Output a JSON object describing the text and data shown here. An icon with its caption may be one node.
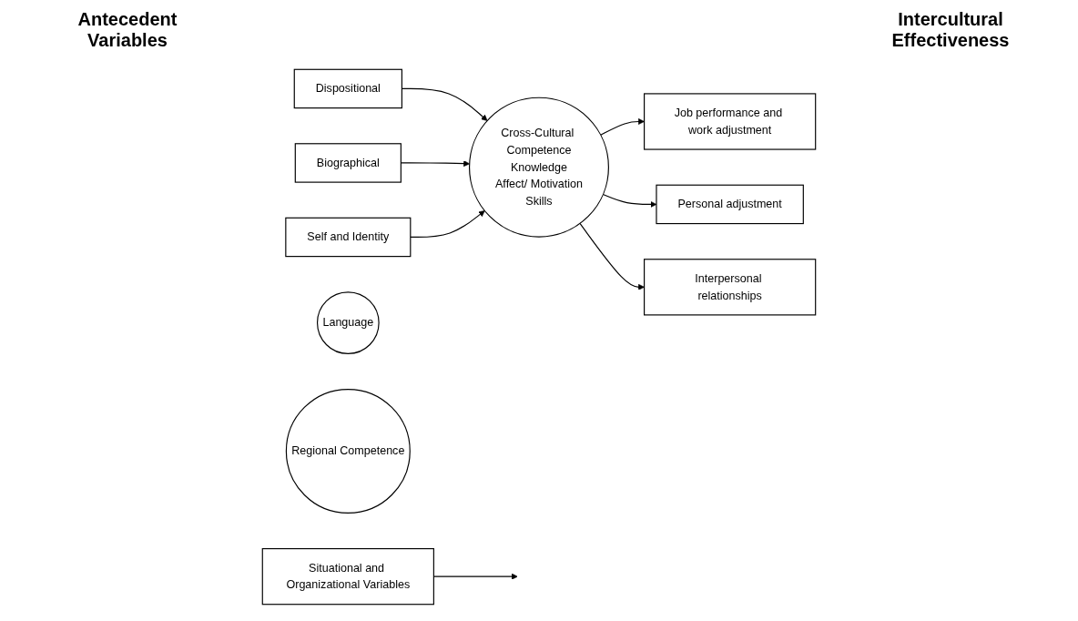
{
  "diagram": {
    "nodes": [
      {
        "text": [
          "Dispositional"
        ]
      },
      {
        "text": [
          "Biographical"
        ]
      },
      {
        "text": [
          "Self and Identity"
        ]
      },
      {
        "text": [
          "Language"
        ]
      },
      {
        "text": [
          "Regional Competence"
        ]
      },
      {
        "text": [
          "Cross-Cultural Competence",
          "Knowledge",
          "Affect/ Motivation",
          "Skills"
        ]
      },
      {
        "text": [
          "Job performance and work adjustment"
        ]
      },
      {
        "text": [
          "Personal adjustment"
        ]
      },
      {
        "text": [
          "Interpersonal relationships"
        ]
      },
      {
        "text": [
          "Situational and Organizational Variables"
        ]
      }
    ],
    "edges": [
      {
        "from": 0,
        "to": 5,
        "arrow": "to"
      },
      {
        "from": 1,
        "to": 5,
        "arrow": "to"
      },
      {
        "from": 2,
        "to": 5,
        "arrow": "to"
      },
      {
        "from": 5,
        "to": 6,
        "arrow": "to"
      },
      {
        "from": 5,
        "to": 7,
        "arrow": "to"
      },
      {
        "from": 5,
        "to": 8,
        "arrow": "to"
      },
      {
        "from": 9,
        "to": null,
        "arrow": "to"
      }
    ],
    "labels": [
      "Antecedent Variables",
      "Intercultural Effectiveness"
    ]
  }
}
